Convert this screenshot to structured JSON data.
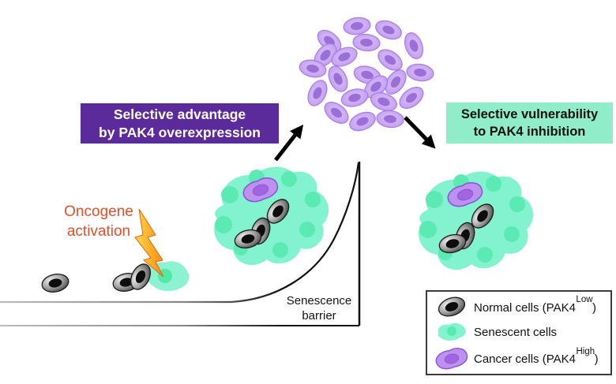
{
  "figure": {
    "advantage_box": {
      "line1": "Selective advantage",
      "line2": "by PAK4 overexpression"
    },
    "vulnerability_box": {
      "line1": "Selective vulnerability",
      "line2": "to PAK4 inhibition"
    },
    "oncogene_label": {
      "line1": "Oncogene",
      "line2": "activation"
    },
    "senescence_barrier_label": {
      "line1": "Senescence",
      "line2": "barrier"
    }
  },
  "legend": {
    "items": [
      {
        "icon": "normal-cell-icon",
        "prefix": "Normal cells (PAK4",
        "sup": "Low",
        "suffix": ")"
      },
      {
        "icon": "senescent-cell-icon",
        "label": "Senescent cells"
      },
      {
        "icon": "cancer-cell-icon",
        "prefix": "Cancer cells (PAK4",
        "sup": "High",
        "suffix": ")"
      }
    ]
  },
  "colors": {
    "advantage_box_bg": "#5b2b9b",
    "advantage_box_text": "#ffffff",
    "vulnerability_box_bg": "#8feec9",
    "vulnerability_box_text": "#101010",
    "oncogene_text": "#e0512b",
    "normal_cell_gray": "#9a9a9a",
    "senescent_cell_teal": "#82f2cf",
    "senescent_nucleus_green": "#5beab4",
    "cancer_cell_purple": "#bd92ef",
    "tumor_cell_purple": "#c7a2f2",
    "lightning_orange": "#ff8a12",
    "lightning_yellow": "#ffd84d",
    "arrow_black": "#000000",
    "legend_border": "#3c3c3c"
  }
}
